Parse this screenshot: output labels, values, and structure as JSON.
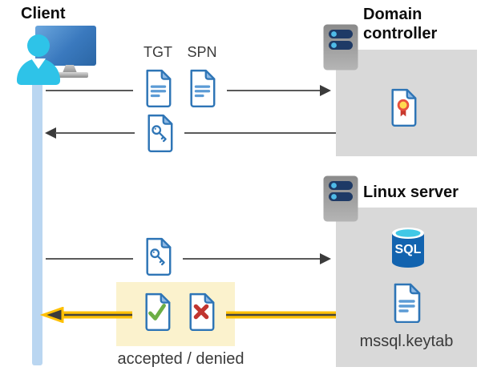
{
  "client": {
    "label": "Client"
  },
  "domain_controller": {
    "label": "Domain controller"
  },
  "linux_server": {
    "label": "Linux server",
    "sql_label": "SQL",
    "keytab_label": "mssql.keytab"
  },
  "flows": {
    "request": {
      "tgt_label": "TGT",
      "spn_label": "SPN"
    },
    "result_label": "accepted / denied"
  },
  "icons": {
    "client": "person-at-monitor-icon",
    "server": "server-rack-icon",
    "ticket": "document-icon",
    "session_key": "key-document-icon",
    "certificate": "certificate-document-icon",
    "database": "sql-database-cylinder-icon",
    "accepted": "check-document-icon",
    "denied": "cross-document-icon"
  },
  "colors": {
    "doc_border_blue": "#2E75B6",
    "doc_line_blue": "#5B9BD5",
    "fold_blue": "#8FB9E4",
    "arrow_gray": "#5a5a5a",
    "box_gray": "#D9D9D9",
    "lifeline_blue": "#BAD6F1",
    "person_cyan": "#2EC3E8",
    "highlight_yellow": "#FFC003",
    "highlight_box": "#FBF2CD",
    "check_green": "#6CAE45",
    "cross_red": "#C13530",
    "sql_blue": "#1263AF",
    "sql_top_cyan": "#41C8E6",
    "server_pill_navy": "#1E3A66"
  }
}
